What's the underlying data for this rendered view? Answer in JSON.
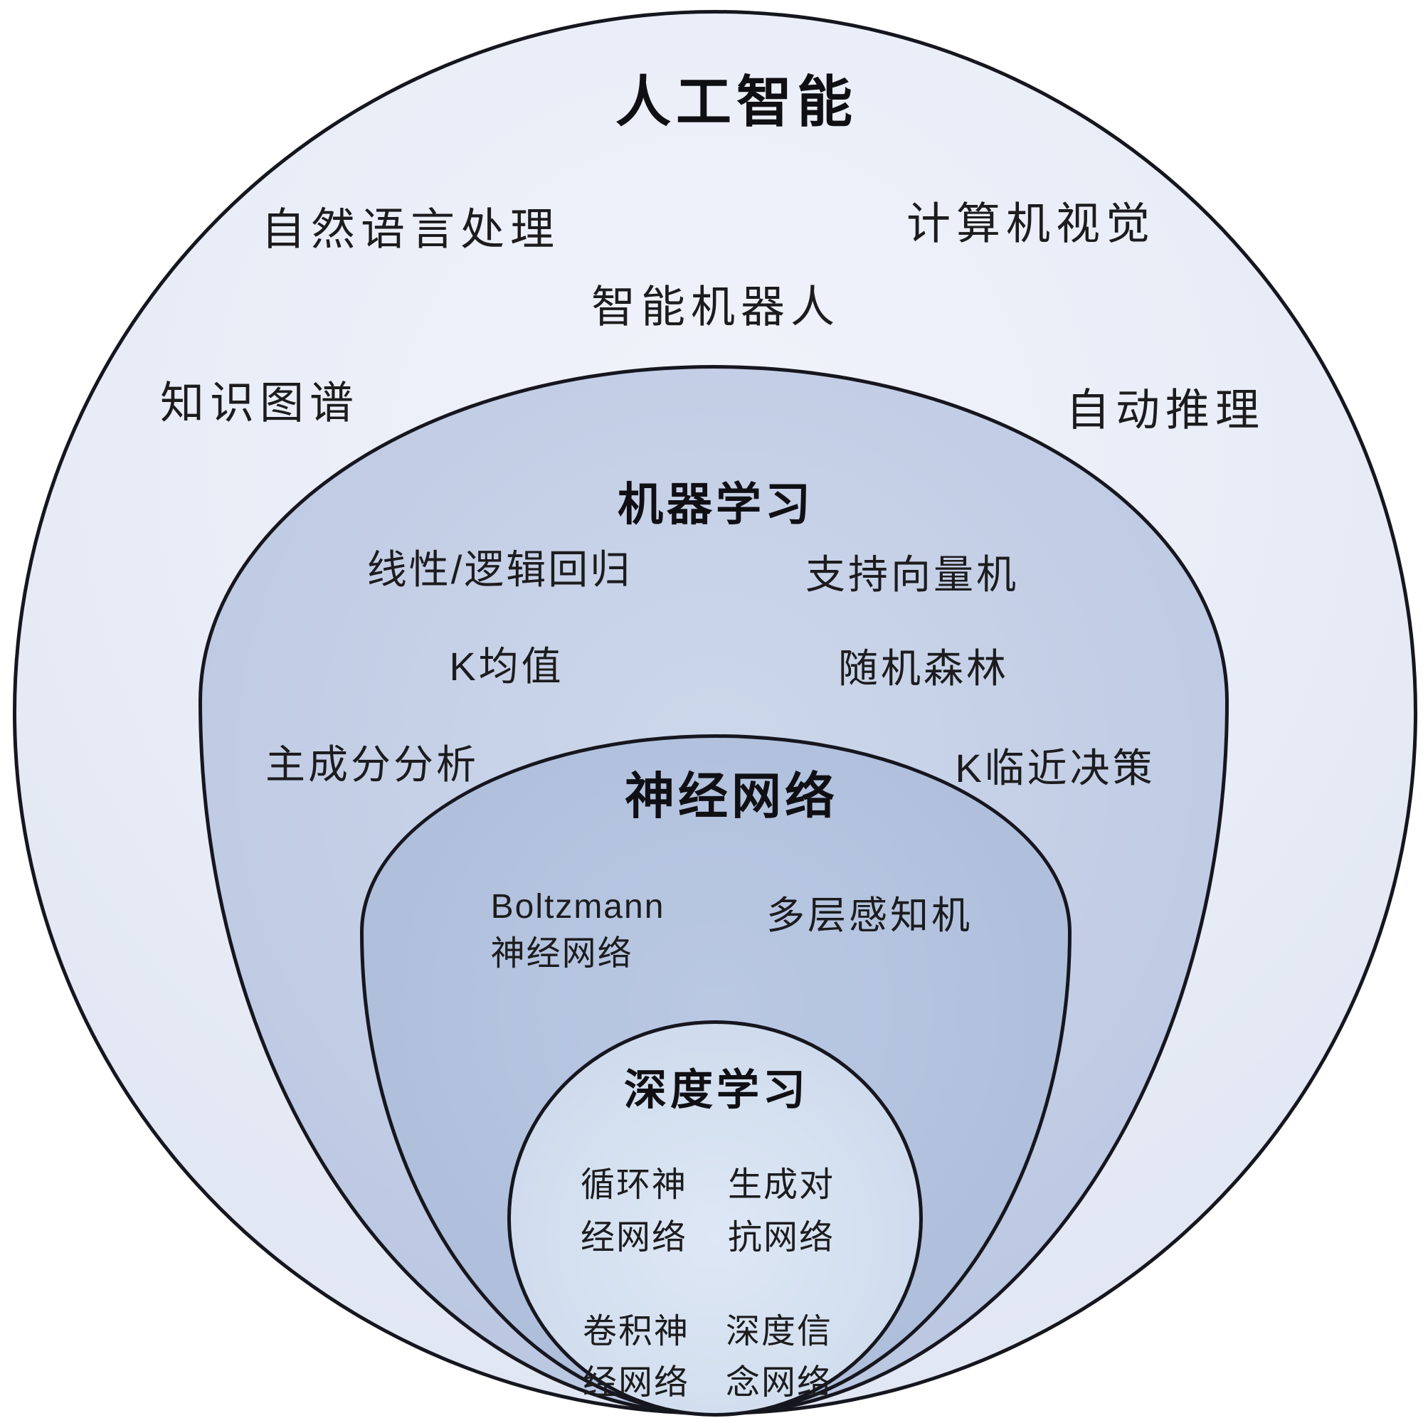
{
  "diagram_type": "nested-venn",
  "ai": {
    "title": "人工智能",
    "items": {
      "nlp": "自然语言处理",
      "cv": "计算机视觉",
      "robot": "智能机器人",
      "kg": "知识图谱",
      "ar": "自动推理"
    }
  },
  "ml": {
    "title": "机器学习",
    "items": {
      "regression": "线性/逻辑回归",
      "svm": "支持向量机",
      "kmeans": "K均值",
      "rf": "随机森林",
      "pca": "主成分分析",
      "knn": "K临近决策"
    }
  },
  "nn": {
    "title": "神经网络",
    "items": {
      "boltzmann": "Boltzmann\n神经网络",
      "mlp": "多层感知机"
    }
  },
  "dl": {
    "title": "深度学习",
    "items": {
      "rnn": "循环神\n经网络",
      "gan": "生成对\n抗网络",
      "cnn": "卷积神\n经网络",
      "dbn": "深度信\n念网络"
    }
  },
  "colors": {
    "background": "#ffffff",
    "outer_ring_fill": "#e9edf7",
    "ml_ring_fill": "#c3cee6",
    "nn_ring_fill": "#b1c1dd",
    "dl_circle_fill": "#d3dfef",
    "stroke": "#16161f",
    "text": "#1c1c1e"
  }
}
